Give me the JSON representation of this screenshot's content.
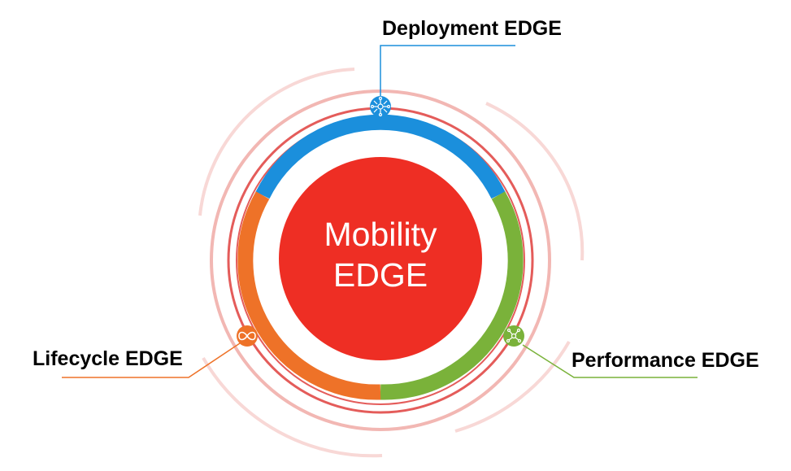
{
  "center": {
    "line1": "Mobility",
    "line2": "EDGE"
  },
  "segments": [
    {
      "label": "Deployment EDGE",
      "icon": "network-hub-icon",
      "color": "#1b8fdc"
    },
    {
      "label": "Performance EDGE",
      "icon": "connected-nodes-icon",
      "color": "#7ab23a"
    },
    {
      "label": "Lifecycle EDGE",
      "icon": "infinity-loop-icon",
      "color": "#ee7228"
    }
  ],
  "colors": {
    "core": "#ee2e24",
    "ring": "#e45c5a",
    "ring_light": "#f2b7b3",
    "ring_faint": "#f8d8d6"
  }
}
